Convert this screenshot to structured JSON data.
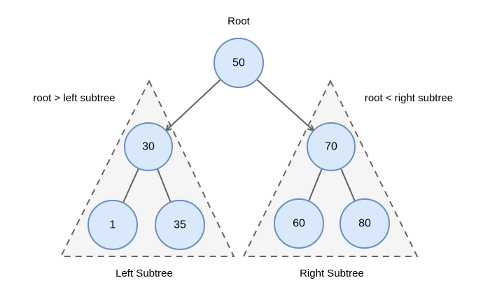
{
  "root_label": "Root",
  "root_node": {
    "value": "50"
  },
  "left_subtree": {
    "annotation": "root > left subtree",
    "root_value": "30",
    "children": [
      "1",
      "35"
    ],
    "caption": "Left Subtree"
  },
  "right_subtree": {
    "annotation": "root < right subtree",
    "root_value": "70",
    "children": [
      "60",
      "80"
    ],
    "caption": "Right Subtree"
  },
  "colors": {
    "background": "#ffffff",
    "node_fill": "#dae8fc",
    "node_border": "#6c8ebf",
    "triangle_fill": "#f5f5f5",
    "triangle_border": "#666666",
    "edge": "#616161",
    "text": "#000000"
  }
}
